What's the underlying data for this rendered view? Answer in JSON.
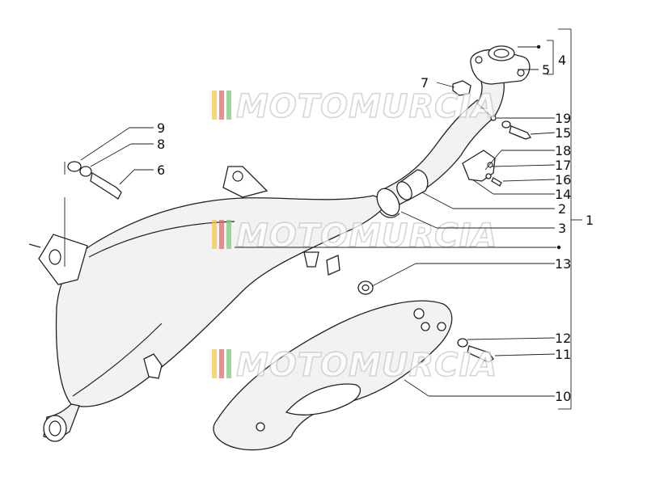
{
  "watermark": {
    "text": "MOTOMURCIA",
    "stripe_colors": [
      "#f2c94c",
      "#e46b6b",
      "#7fc97f"
    ]
  },
  "callouts": [
    {
      "id": "1",
      "label": "1"
    },
    {
      "id": "2",
      "label": "2"
    },
    {
      "id": "3",
      "label": "3"
    },
    {
      "id": "4",
      "label": "4"
    },
    {
      "id": "5",
      "label": "5"
    },
    {
      "id": "6",
      "label": "6"
    },
    {
      "id": "7",
      "label": "7"
    },
    {
      "id": "8",
      "label": "8"
    },
    {
      "id": "9",
      "label": "9"
    },
    {
      "id": "10",
      "label": "10"
    },
    {
      "id": "11",
      "label": "11"
    },
    {
      "id": "12",
      "label": "12"
    },
    {
      "id": "13",
      "label": "13"
    },
    {
      "id": "14",
      "label": "14"
    },
    {
      "id": "15",
      "label": "15"
    },
    {
      "id": "16",
      "label": "16"
    },
    {
      "id": "17",
      "label": "17"
    },
    {
      "id": "18",
      "label": "18"
    },
    {
      "id": "19",
      "label": "19"
    }
  ]
}
